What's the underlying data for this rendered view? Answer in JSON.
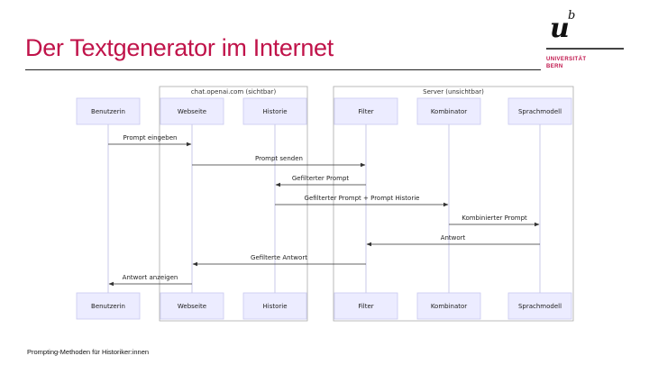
{
  "slide": {
    "title": "Der Textgenerator im Internet",
    "footer": "Prompting-Methoden für Historiker:innen"
  },
  "logo": {
    "mark": "u",
    "superscript": "b",
    "line1": "UNIVERSITÄT",
    "line2": "BERN"
  },
  "diagram": {
    "groups": [
      {
        "label": "chat.openai.com (sichtbar)"
      },
      {
        "label": "Server (unsichtbar)"
      }
    ],
    "participants": [
      "Benutzerin",
      "Webseite",
      "Historie",
      "Filter",
      "Kombinator",
      "Sprachmodell"
    ],
    "messages": [
      {
        "label": "Prompt eingeben",
        "from": 0,
        "to": 1
      },
      {
        "label": "Prompt senden",
        "from": 1,
        "to": 3
      },
      {
        "label": "Gefilterter Prompt",
        "from": 3,
        "to": 2
      },
      {
        "label": "Gefilterter Prompt + Prompt Historie",
        "from": 2,
        "to": 4
      },
      {
        "label": "Kombinierter Prompt",
        "from": 4,
        "to": 5
      },
      {
        "label": "Antwort",
        "from": 5,
        "to": 3
      },
      {
        "label": "Gefilterte Antwort",
        "from": 3,
        "to": 1
      },
      {
        "label": "Antwort anzeigen",
        "from": 1,
        "to": 0
      }
    ]
  },
  "colors": {
    "accent": "#c0134a",
    "actor_fill": "#ececff",
    "actor_stroke": "#c9c9f0",
    "group_stroke": "#aaaaaa",
    "lifeline": "#c9c9e8",
    "arrow": "#333333"
  }
}
